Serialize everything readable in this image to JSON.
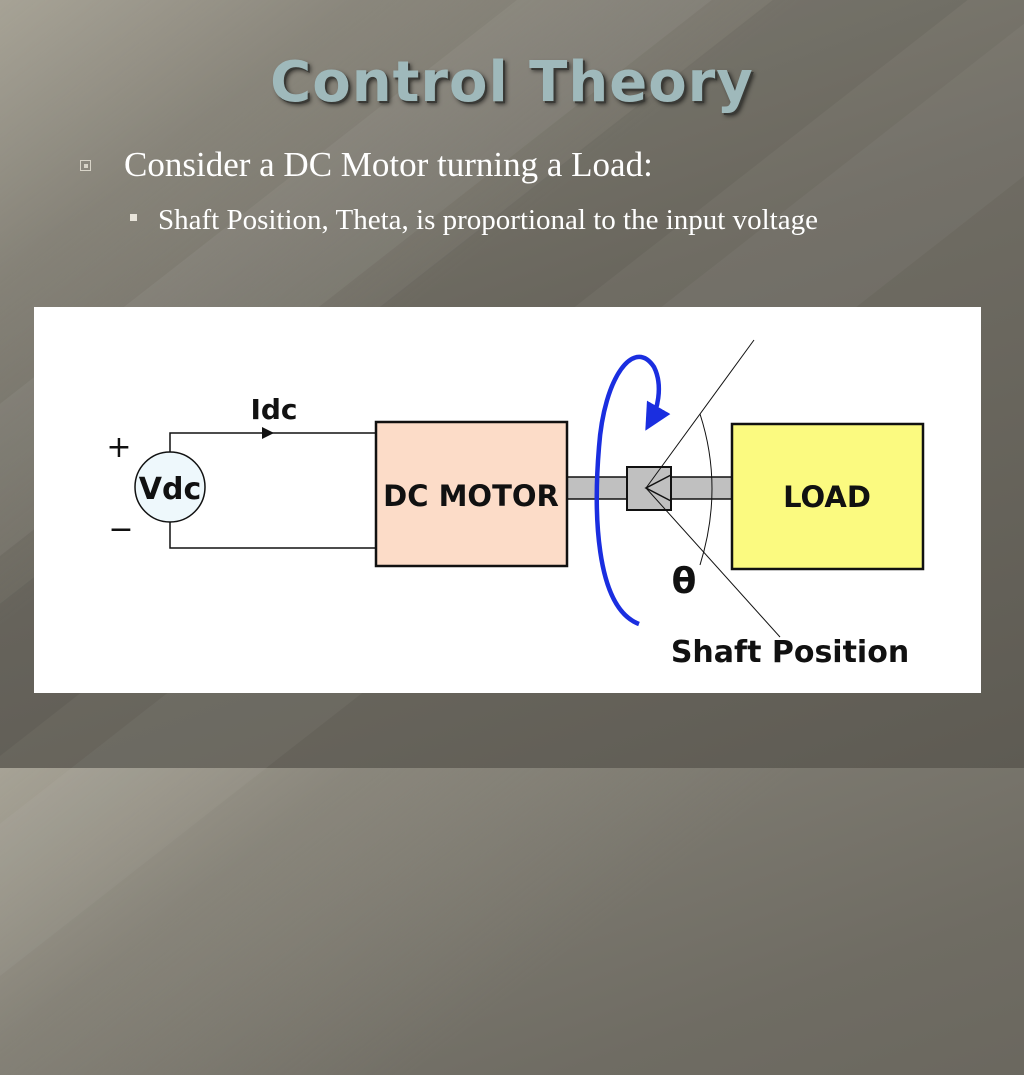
{
  "slide": {
    "title": "Control Theory",
    "bullets": [
      {
        "text": "Consider a DC Motor turning a Load:"
      },
      {
        "text": "Shaft Position, Theta,  is proportional to the input voltage"
      }
    ]
  },
  "diagram": {
    "plus_label": "+",
    "minus_label": "−",
    "source_label": "Vdc",
    "current_label": "Idc",
    "motor_label": "DC MOTOR",
    "load_label": "LOAD",
    "theta_label": "θ",
    "shaft_label": "Shaft Position",
    "colors": {
      "motor_fill": "#fcdcc8",
      "load_fill": "#fbfa80",
      "source_fill": "#eef8fc",
      "shaft_fill": "#c0c0c0",
      "rotation_arrow": "#1a2ee0"
    }
  }
}
